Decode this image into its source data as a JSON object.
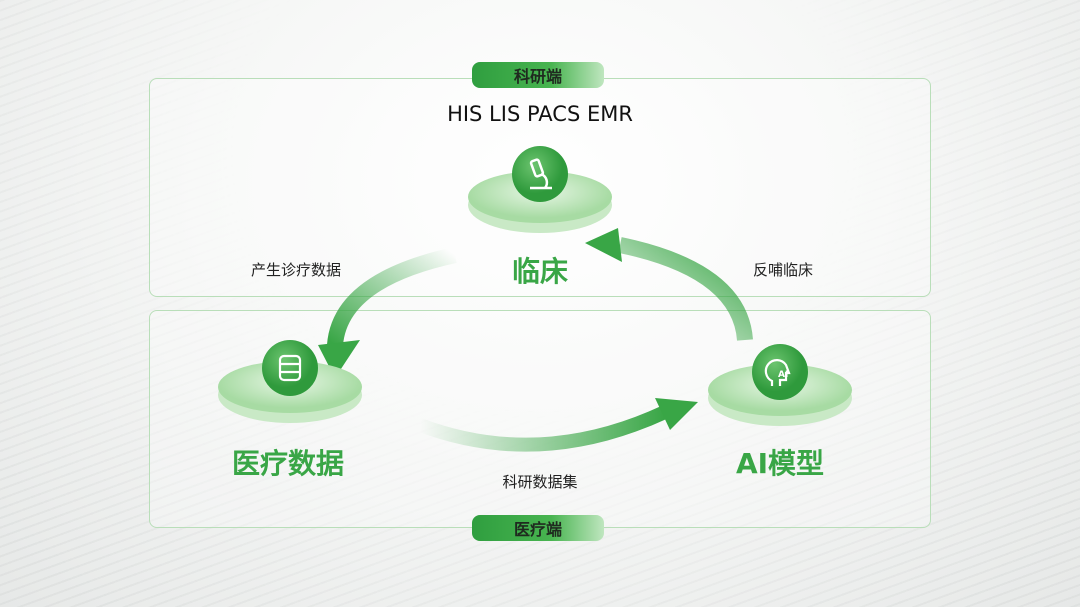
{
  "sections": {
    "research": "科研端",
    "medical": "医疗端"
  },
  "systems": "HIS LIS PACS EMR",
  "nodes": {
    "clinical": "临床",
    "medical_data": "医疗数据",
    "ai_model": "AI模型"
  },
  "flows": {
    "produce": "产生诊疗数据",
    "feedback": "反哺临床",
    "dataset": "科研数据集"
  },
  "icons": {
    "clinical": "microscope-icon",
    "medical_data": "database-icon",
    "ai_model": "ai-head-icon"
  },
  "colors": {
    "accent": "#39a646",
    "border": "#b9deb9"
  }
}
